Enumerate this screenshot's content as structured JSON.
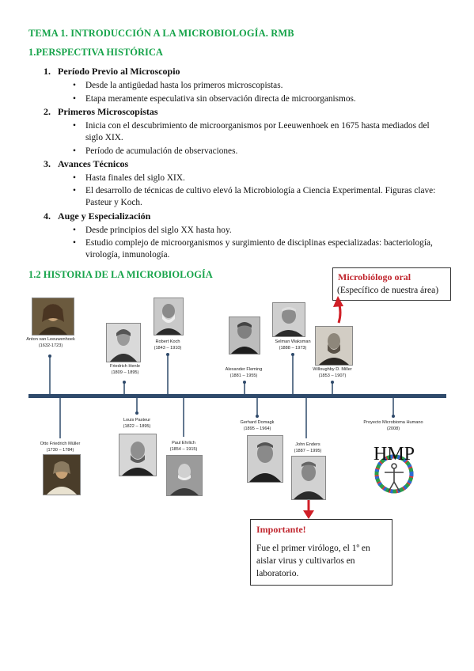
{
  "title": "TEMA 1. INTRODUCCIÓN A LA MICROBIOLOGÍA. RMB",
  "section1": {
    "heading": "1.PERSPECTIVA HISTÓRICA",
    "items": [
      {
        "num": "1.",
        "title": "Período Previo al Microscopio",
        "bullets": [
          "Desde la antigüedad hasta los primeros microscopistas.",
          "Etapa meramente especulativa sin observación directa de microorganismos."
        ]
      },
      {
        "num": "2.",
        "title": "Primeros Microscopistas",
        "bullets": [
          "Inicia con el descubrimiento de microorganismos por Leeuwenhoek en 1675 hasta mediados del siglo XIX.",
          "Período de acumulación de observaciones."
        ]
      },
      {
        "num": "3.",
        "title": "Avances Técnicos",
        "bullets": [
          "Hasta finales del siglo XIX.",
          "El desarrollo de técnicas de cultivo elevó la Microbiología a Ciencia Experimental. Figuras clave: Pasteur y Koch."
        ]
      },
      {
        "num": "4.",
        "title": "Auge y Especialización",
        "bullets": [
          "Desde principios del siglo XX hasta hoy.",
          "Estudio complejo de microorganismos y surgimiento de disciplinas especializadas: bacteriología, virología, inmunología."
        ]
      }
    ]
  },
  "section2": {
    "heading": "1.2 HISTORIA DE LA MICROBIOLOGÍA",
    "callout_top": {
      "title": "Microbiólogo oral",
      "body": "(Específico de nuestra área)"
    },
    "callout_bottom": {
      "title": "Importante!",
      "body": "Fue el primer virólogo, el 1º en aislar virus y cultivarlos en laboratorio."
    },
    "timeline": {
      "above": [
        {
          "name": "Anton van Leeuwenhoek",
          "years": "(1632-1723)"
        },
        {
          "name": "Friedrich Henle",
          "years": "(1809 – 1895)"
        },
        {
          "name": "Robert Koch",
          "years": "(1843 – 1910)"
        },
        {
          "name": "Alexander Fleming",
          "years": "(1881 – 1955)"
        },
        {
          "name": "Selman Waksman",
          "years": "(1888 – 1973)"
        },
        {
          "name": "Willoughby D. Miller",
          "years": "(1853 – 1907)"
        }
      ],
      "below": [
        {
          "name": "Otto Friedrich Müller",
          "years": "(1730 – 1784)"
        },
        {
          "name": "Louis Pasteur",
          "years": "(1822 – 1895)"
        },
        {
          "name": "Paul Ehrlich",
          "years": "(1854 – 1915)"
        },
        {
          "name": "Gerhard Domagk",
          "years": "(1895 – 1964)"
        },
        {
          "name": "John Enders",
          "years": "(1887 – 1995)"
        },
        {
          "name": "Proyecto Microbioma Humano",
          "years": "(2008)"
        }
      ],
      "hmp_logo_text": "HMP"
    }
  },
  "colors": {
    "heading_green": "#16a34a",
    "timeline_blue": "#2f4a6b",
    "callout_red": "#c0262e"
  }
}
